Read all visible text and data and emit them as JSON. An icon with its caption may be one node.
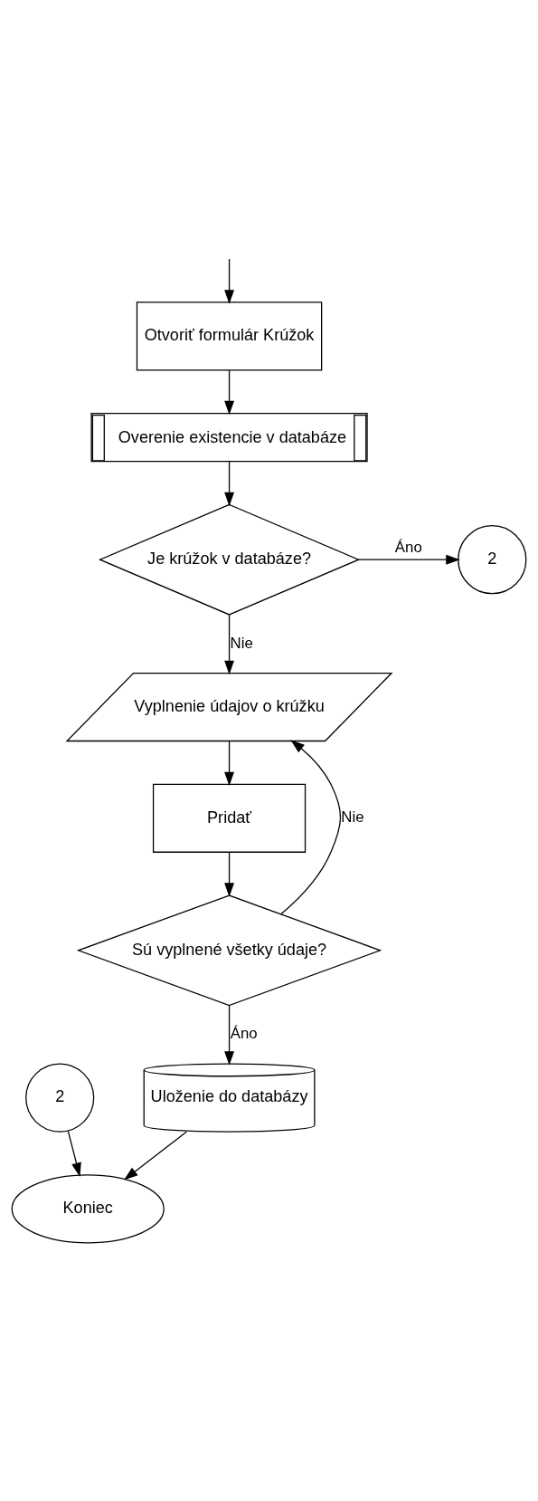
{
  "diagram": {
    "nodes": [
      {
        "text": [
          "Otvoriť formulár Krúžok"
        ]
      },
      {
        "text": [
          "Overenie existencie v databáze"
        ]
      },
      {
        "text": [
          "Je krúžok v databáze?"
        ]
      },
      {
        "text": [
          "2"
        ]
      },
      {
        "text": [
          "Vyplnenie údajov o krúžku"
        ]
      },
      {
        "text": [
          "Pridať"
        ]
      },
      {
        "text": [
          "Sú vyplnené všetky údaje?"
        ]
      },
      {
        "text": [
          "Uloženie do databázy"
        ]
      },
      {
        "text": [
          "2"
        ]
      },
      {
        "text": [
          "Koniec"
        ]
      }
    ],
    "edges": [
      {
        "from": null,
        "to": 0,
        "arrow": "to"
      },
      {
        "from": 0,
        "to": 1,
        "arrow": "to"
      },
      {
        "from": 1,
        "to": 2,
        "arrow": "to"
      },
      {
        "from": 2,
        "to": 3,
        "arrow": "to",
        "label": "Áno"
      },
      {
        "from": 2,
        "to": 4,
        "arrow": "to",
        "label": "Nie"
      },
      {
        "from": 4,
        "to": 5,
        "arrow": "to"
      },
      {
        "from": 5,
        "to": 6,
        "arrow": "to"
      },
      {
        "from": 6,
        "to": 4,
        "arrow": "to",
        "label": "Nie"
      },
      {
        "from": 6,
        "to": 7,
        "arrow": "to",
        "label": "Áno"
      },
      {
        "from": 7,
        "to": 9,
        "arrow": "to"
      },
      {
        "from": 8,
        "to": 9,
        "arrow": "to"
      }
    ]
  }
}
